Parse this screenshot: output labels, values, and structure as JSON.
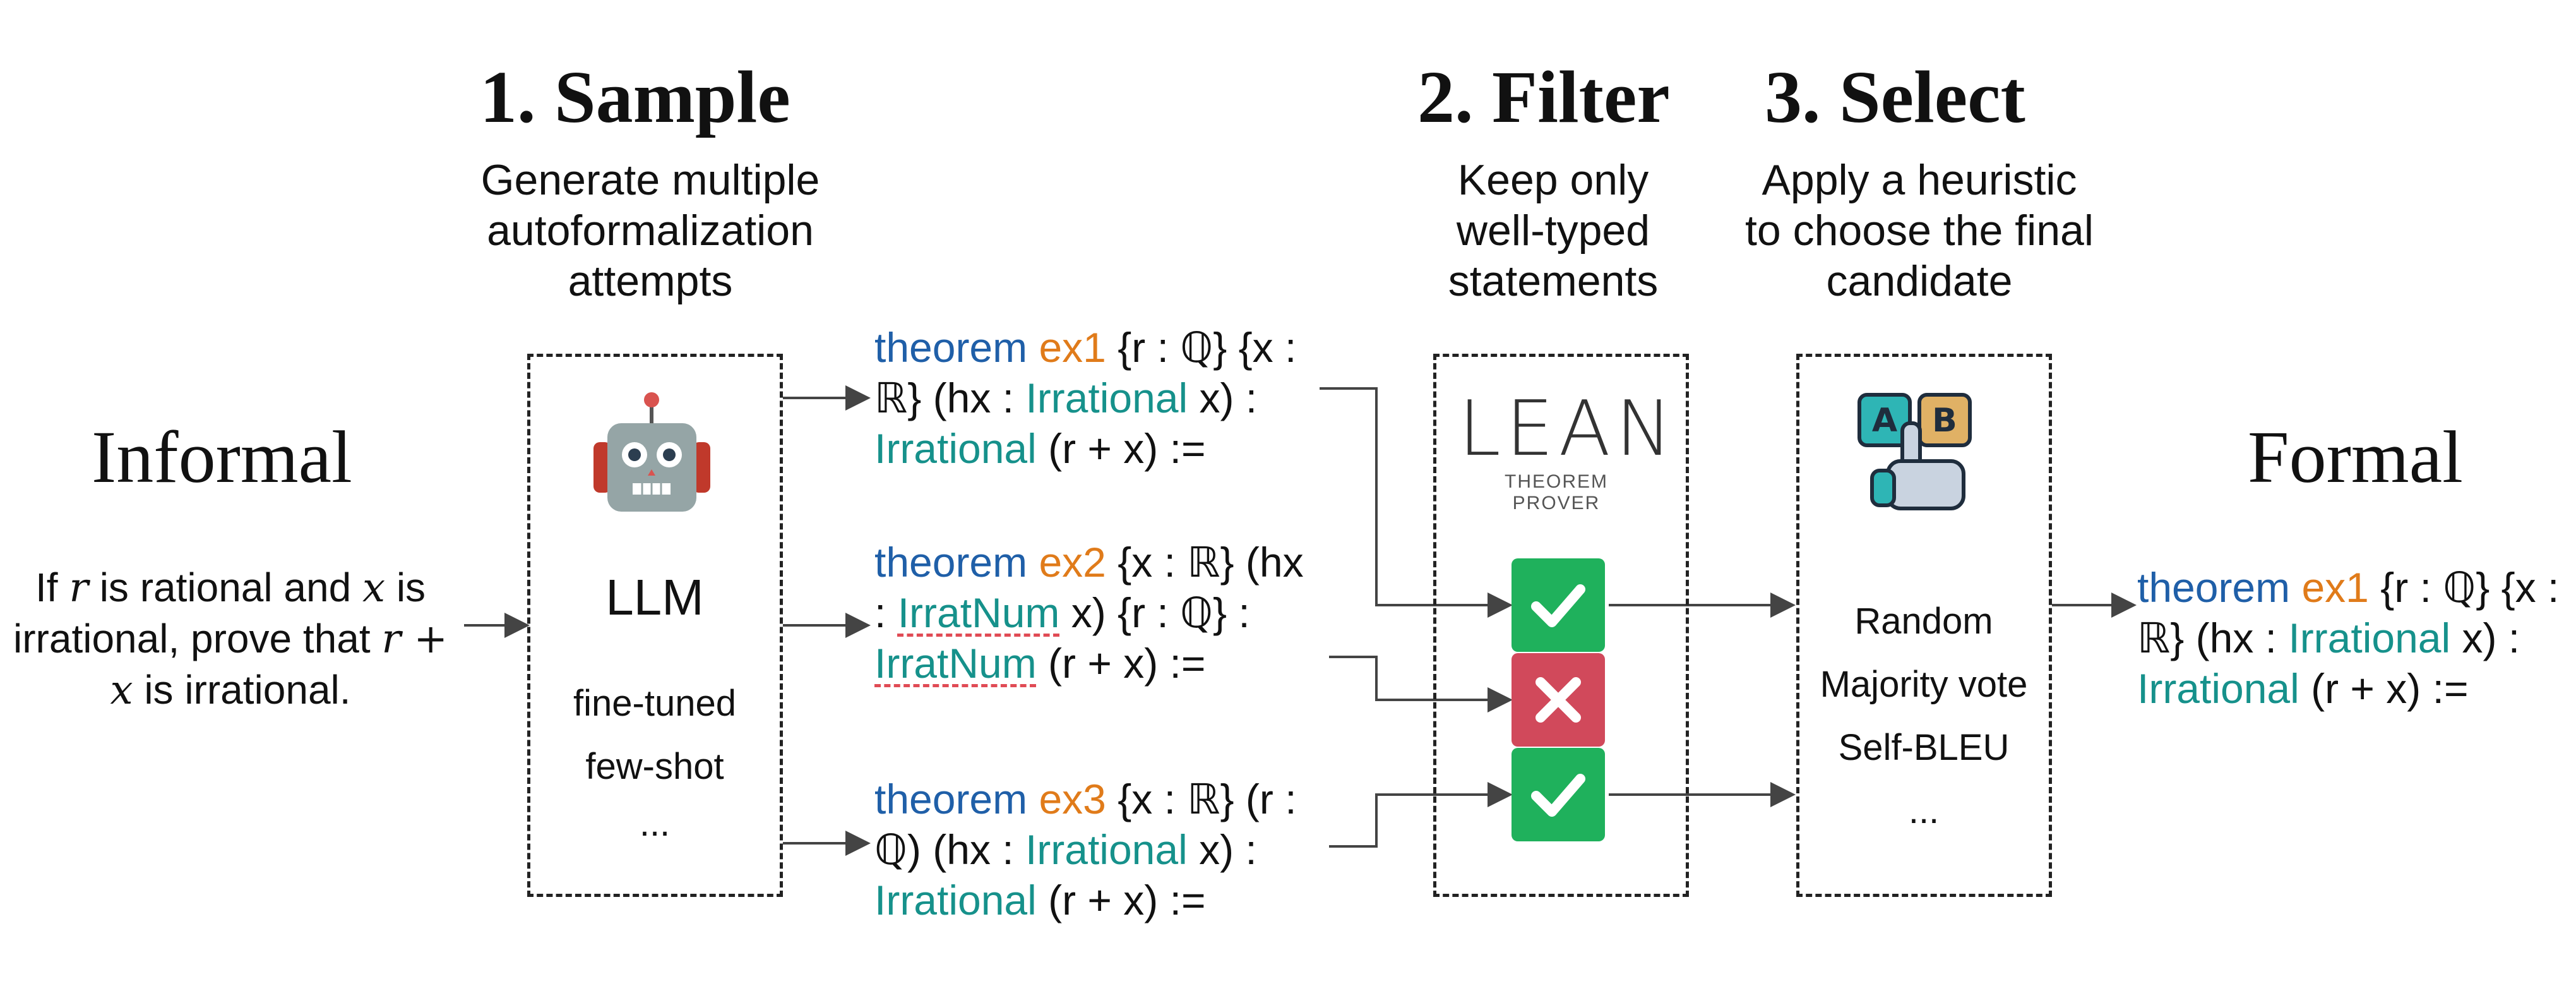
{
  "steps": [
    {
      "title": "1. Sample",
      "desc": "Generate multiple autoformalization attempts"
    },
    {
      "title": "2. Filter",
      "desc": "Keep only well-typed statements"
    },
    {
      "title": "3. Select",
      "desc": "Apply a heuristic to choose the final candidate"
    }
  ],
  "informal": {
    "label": "Informal",
    "p1": "If ",
    "var_r": "r",
    "p2": " is rational and ",
    "var_x": "x",
    "p3": " is irrational, prove that ",
    "expr": "r + x",
    "p4": " is irrational."
  },
  "formal": {
    "label": "Formal"
  },
  "llm": {
    "label": "LLM",
    "items": [
      "fine-tuned",
      "few-shot",
      "..."
    ]
  },
  "lean": {
    "logo": "LEAN",
    "subtitle": "THEOREM PROVER"
  },
  "select_items": [
    "Random",
    "Majority vote",
    "Self-BLEU",
    "..."
  ],
  "candidates": [
    {
      "kw": "theorem",
      "name": "ex1",
      "t1": " {r : ℚ} {x : ℝ} (hx : ",
      "ty1": "Irrational",
      "t2": " x) : ",
      "ty2": "Irrational",
      "t3": " (r + x) :=",
      "result": "pass"
    },
    {
      "kw": "theorem",
      "name": "ex2",
      "t1": " {x : ℝ} (hx : ",
      "ty1": "IrratNum",
      "t2": " x) {r : ℚ} : ",
      "ty2": "IrratNum",
      "t3": " (r + x) :=",
      "result": "fail"
    },
    {
      "kw": "theorem",
      "name": "ex3",
      "t1": " {x : ℝ} (r : ℚ) (hx : ",
      "ty1": "Irrational",
      "t2": " x) : ",
      "ty2": "Irrational",
      "t3": " (r + x) :=",
      "result": "pass"
    }
  ],
  "final": {
    "kw": "theorem",
    "name": "ex1",
    "t1": " {r : ℚ} {x : ℝ} (hx : ",
    "ty1": "Irrational",
    "t2": " x) : ",
    "ty2": "Irrational",
    "t3": " (r + x) :="
  },
  "colors": {
    "keyword": "#1f5fa8",
    "name": "#e07b1a",
    "type": "#16918b",
    "pass": "#1fb15c",
    "fail": "#d1495b",
    "error_underline": "#e04b55"
  },
  "icons": {
    "llm": "robot-icon",
    "select": "ab-choice-hand-icon",
    "pass": "check-icon",
    "fail": "cross-icon"
  }
}
